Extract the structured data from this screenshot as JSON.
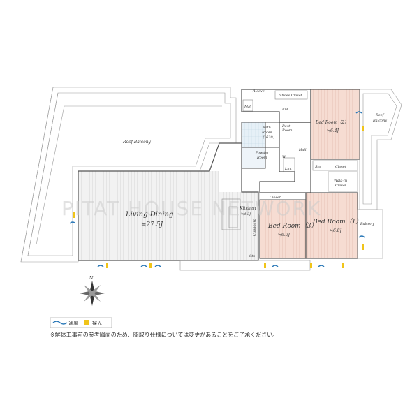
{
  "rooms": {
    "roof_balcony_left": "Roof Balcony",
    "roof_balcony_right_1": "Roof",
    "roof_balcony_right_2": "Balcony",
    "living_dining": "Living Dining",
    "living_dining_size": "≒27.5J",
    "kitchen": "Kitchen",
    "kitchen_size": "≒4.3J",
    "bedroom1": "Bed Room（1）",
    "bedroom1_size": "≒6.8J",
    "bedroom2": "Bed Room（2）",
    "bedroom2_size": "≒6.4J",
    "bedroom3": "Bed Room（3）",
    "bedroom3_size": "≒6.0J",
    "bathroom": "Bath",
    "bathroom_2": "Room",
    "bathroom_size": "（1620）",
    "powder_room": "Powder",
    "powder_room_2": "Room",
    "rest_room": "Rest",
    "rest_room_2": "Room",
    "hall": "Hall",
    "alcove": "Alcove",
    "shoes_closet": "Shoes Closet",
    "mb": "MB",
    "ent": "Ent.",
    "lin": "Lin.",
    "w": "W",
    "sto_upper": "Sto",
    "closet_upper": "Closet",
    "walk_in": "Walk-In",
    "walk_in_2": "Closet",
    "closet_mid": "Closet",
    "cupboard": "Cupboard",
    "sto_lower": "Sto",
    "balcony": "Balcony"
  },
  "watermark": "PITAT HOUSE NETWORK",
  "compass_letter": "N",
  "legend": {
    "ventilation": "通風",
    "daylight": "採光"
  },
  "note": "※解体工事前の参考図面のため、間取り仕様については変更があることをご了承ください。",
  "colors": {
    "wall": "#555555",
    "wood_floor": "#e9e9e9",
    "bedroom_accent": "#f6dcd2",
    "bath_accent": "#cfe4f3",
    "ventilation": "#2b79b8",
    "daylight": "#f0c419"
  }
}
